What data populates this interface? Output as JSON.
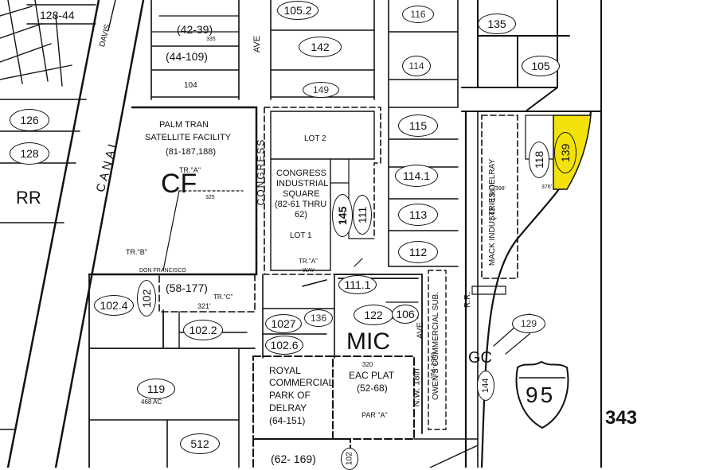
{
  "zones": {
    "cf": "CF",
    "mic": "MIC",
    "rr": "RR",
    "gc": "GC"
  },
  "streets": {
    "canal": "CANAL",
    "congress": "CONGRESS",
    "ave_top": "AVE",
    "ave_18th": "AVE",
    "nw_18th": "N.W. 18th",
    "davis": "DAVIS",
    "rr_label": "R.R.",
    "don_francisco": "DON FRANCISCO",
    "way": "WAY"
  },
  "highway": {
    "number": "95"
  },
  "page_number": "343",
  "facilities": {
    "palm_tran": [
      "PALM TRAN",
      "SATELLITE FACILITY",
      "(81-187,188)"
    ],
    "congress_industrial": [
      "CONGRESS",
      "INDUSTRIAL",
      "SQUARE",
      "(82-61 THRU",
      "62)"
    ],
    "royal_commercial": [
      "ROYAL",
      "COMMERCIAL",
      "PARK OF",
      "DELRAY",
      "(64-151)"
    ],
    "eac_plat": [
      "EAC PLAT",
      "(52-68)"
    ],
    "owens": "OWEN'S COMMERCIAL SUB.",
    "owens_ref": "(74-130)",
    "mack": "MACK INDUSTRIES DELRAY",
    "mack_ref": "( 43 - 138 )"
  },
  "tracts": {
    "tr_a_cf": "TR.\"A\"",
    "tr_b": "TR.\"B\"",
    "tr_a_lot": "TR.\"A\"",
    "tr_c": "TR.\"C\"",
    "par_a": "PAR \"A\"",
    "lot1": "LOT 1",
    "lot2": "LOT 2"
  },
  "parcels": {
    "p128_44": "128-44",
    "p42_39": "(42-39)",
    "p44_109": "(44-109)",
    "p105_2": "105.2",
    "p116": "116",
    "p142": "142",
    "p135": "135",
    "p114": "114",
    "p105": "105",
    "p104": "104",
    "p149": "149",
    "p126": "126",
    "p115": "115",
    "p128": "128",
    "p118": "118",
    "p139": "139",
    "p114_1": "114.1",
    "p145": "145",
    "p111": "111",
    "p113": "113",
    "p112": "112",
    "p111_1": "111.1",
    "p58_177": "(58-177)",
    "p102_4": "102.4",
    "p102": "102",
    "p122": "122",
    "p106": "106",
    "p129": "129",
    "p1027": "1027",
    "p136": "136",
    "p102_2": "102.2",
    "p102_6": "102.6",
    "p144": "144",
    "p119": "119",
    "p512": "512",
    "p62_169": "(62- 169)",
    "p102_bot": "102"
  },
  "dims": {
    "d321": "321'",
    "d325": "325",
    "d320": "320",
    "d468": "468 AC",
    "d398": "398'",
    "d376": "376'",
    "d335": "335"
  },
  "highlight_color": "#f2e20a"
}
